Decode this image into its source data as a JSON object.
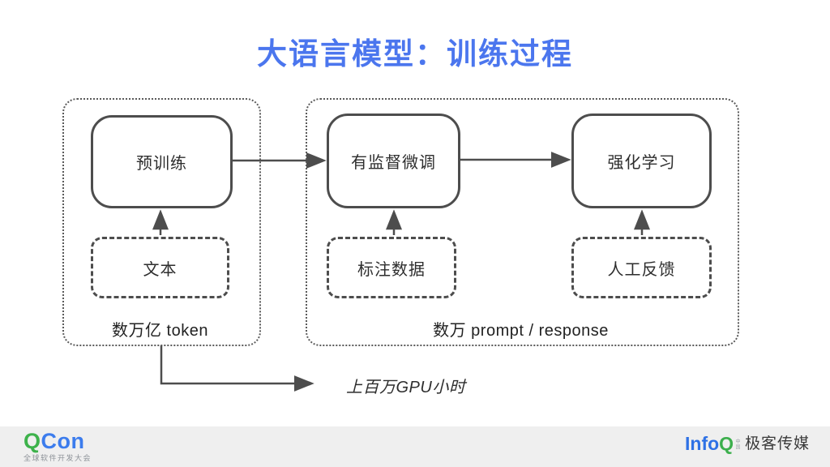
{
  "title": "大语言模型：训练过程",
  "pretrain_group": {
    "box_label": "预训练",
    "input_label": "文本",
    "scale_label": "数万亿 token"
  },
  "sft_rl_group": {
    "sft_label": "有监督微调",
    "rl_label": "强化学习",
    "sft_input_label": "标注数据",
    "rl_input_label": "人工反馈",
    "scale_label": "数万 prompt / response"
  },
  "gpu_note": "上百万GPU小时",
  "footer": {
    "qcon_q": "Q",
    "qcon_con": "Con",
    "qcon_subtitle": "全球软件开发大会",
    "infoq_info": "Info",
    "infoq_q": "Q",
    "infoq_cn": "中国",
    "infoq_media": "极客传媒"
  },
  "colors": {
    "title_blue": "#4b76ee",
    "diagram_stroke": "#4d4d4d",
    "group_dotted_stroke": "#5a5a5a",
    "qcon_green": "#3db24b",
    "qcon_blue": "#3c7ced",
    "infoq_blue": "#2e71e5",
    "infoq_green": "#3caf4d",
    "footer_band": "#efefef"
  }
}
